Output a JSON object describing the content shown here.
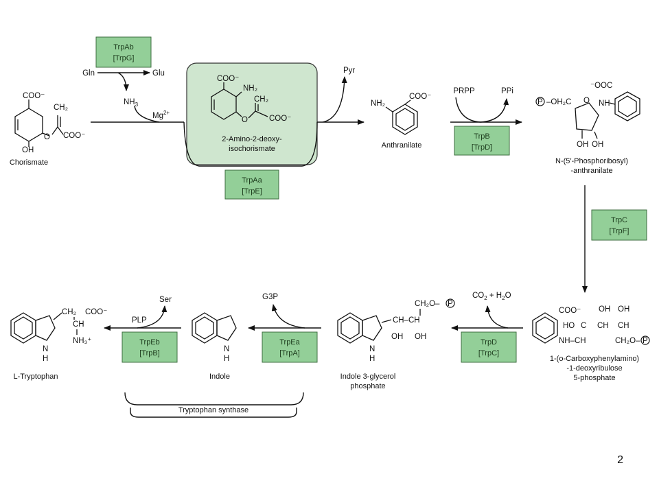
{
  "compounds": {
    "chorismate": "Chorismate",
    "amino_deoxy_1": "2-Amino-2-deoxy-",
    "amino_deoxy_2": "isochorismate",
    "anthranilate": "Anthranilate",
    "pra_1": "N-(5′-Phosphoribosyl)",
    "pra_2": "-anthranilate",
    "cdrp_1": "1-(o-Carboxyphenylamino)",
    "cdrp_2": "-1-deoxyribulose",
    "cdrp_3": "5-phosphate",
    "igp_1": "Indole 3-glycerol",
    "igp_2": "phosphate",
    "indole": "Indole",
    "tryptophan": "L-Tryptophan"
  },
  "enzymes": {
    "trpab": [
      "TrpAb",
      "[TrpG]"
    ],
    "trpaa": [
      "TrpAa",
      "[TrpE]"
    ],
    "trpb": [
      "TrpB",
      "[TrpD]"
    ],
    "trpc": [
      "TrpC",
      "[TrpF]"
    ],
    "trpd": [
      "TrpD",
      "[TrpC]"
    ],
    "trpea": [
      "TrpEa",
      "[TrpA]"
    ],
    "trpeb": [
      "TrpEb",
      "[TrpB]"
    ]
  },
  "cofactors": {
    "gln": "Gln",
    "glu": "Glu",
    "nh3": "NH3",
    "mg": "Mg2+",
    "pyr": "Pyr",
    "prpp": "PRPP",
    "ppi": "PPi",
    "co2_h2o": "CO2 + H2O",
    "g3p": "G3P",
    "ser": "Ser",
    "plp": "PLP"
  },
  "complex_label": "Tryptophan synthase",
  "page_number": "2",
  "colors": {
    "enzyme_box": "#93cf98",
    "complex_box": "#cfe6cf"
  }
}
